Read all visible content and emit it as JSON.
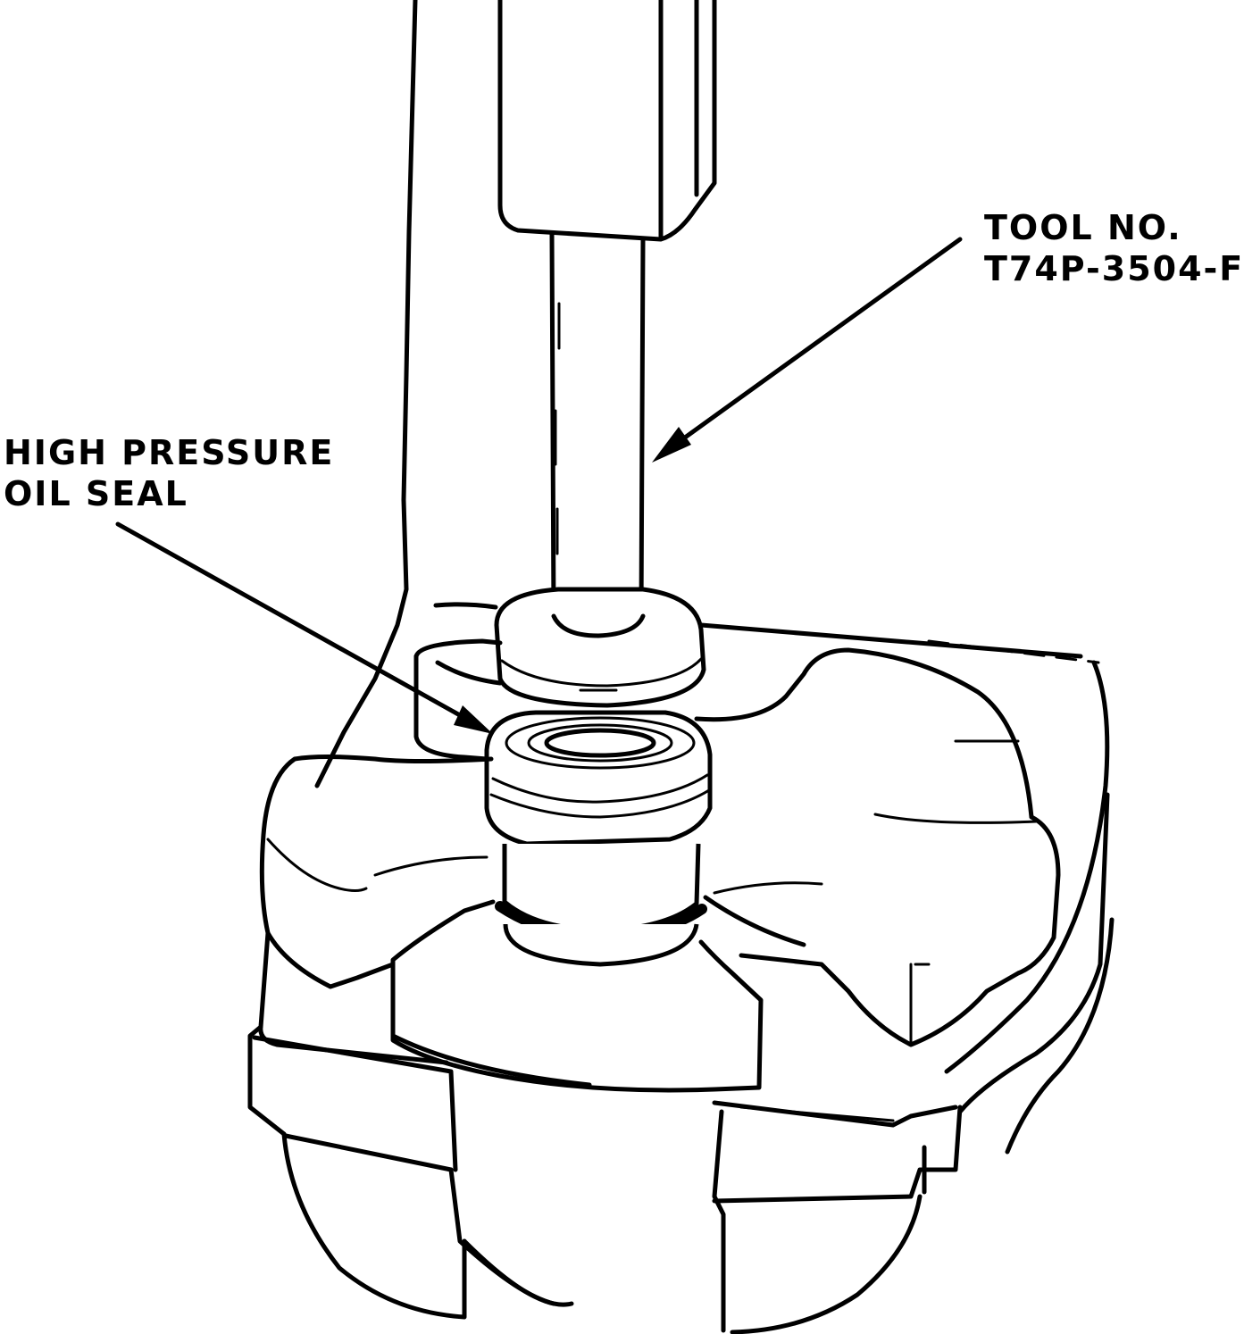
{
  "callouts": {
    "tool": {
      "line1": "TOOL NO.",
      "line2": "T74P-3504-F"
    },
    "seal": {
      "line1": "HIGH PRESSURE",
      "line2": "OIL SEAL"
    }
  },
  "colors": {
    "ink": "#000000",
    "paper": "#ffffff"
  }
}
